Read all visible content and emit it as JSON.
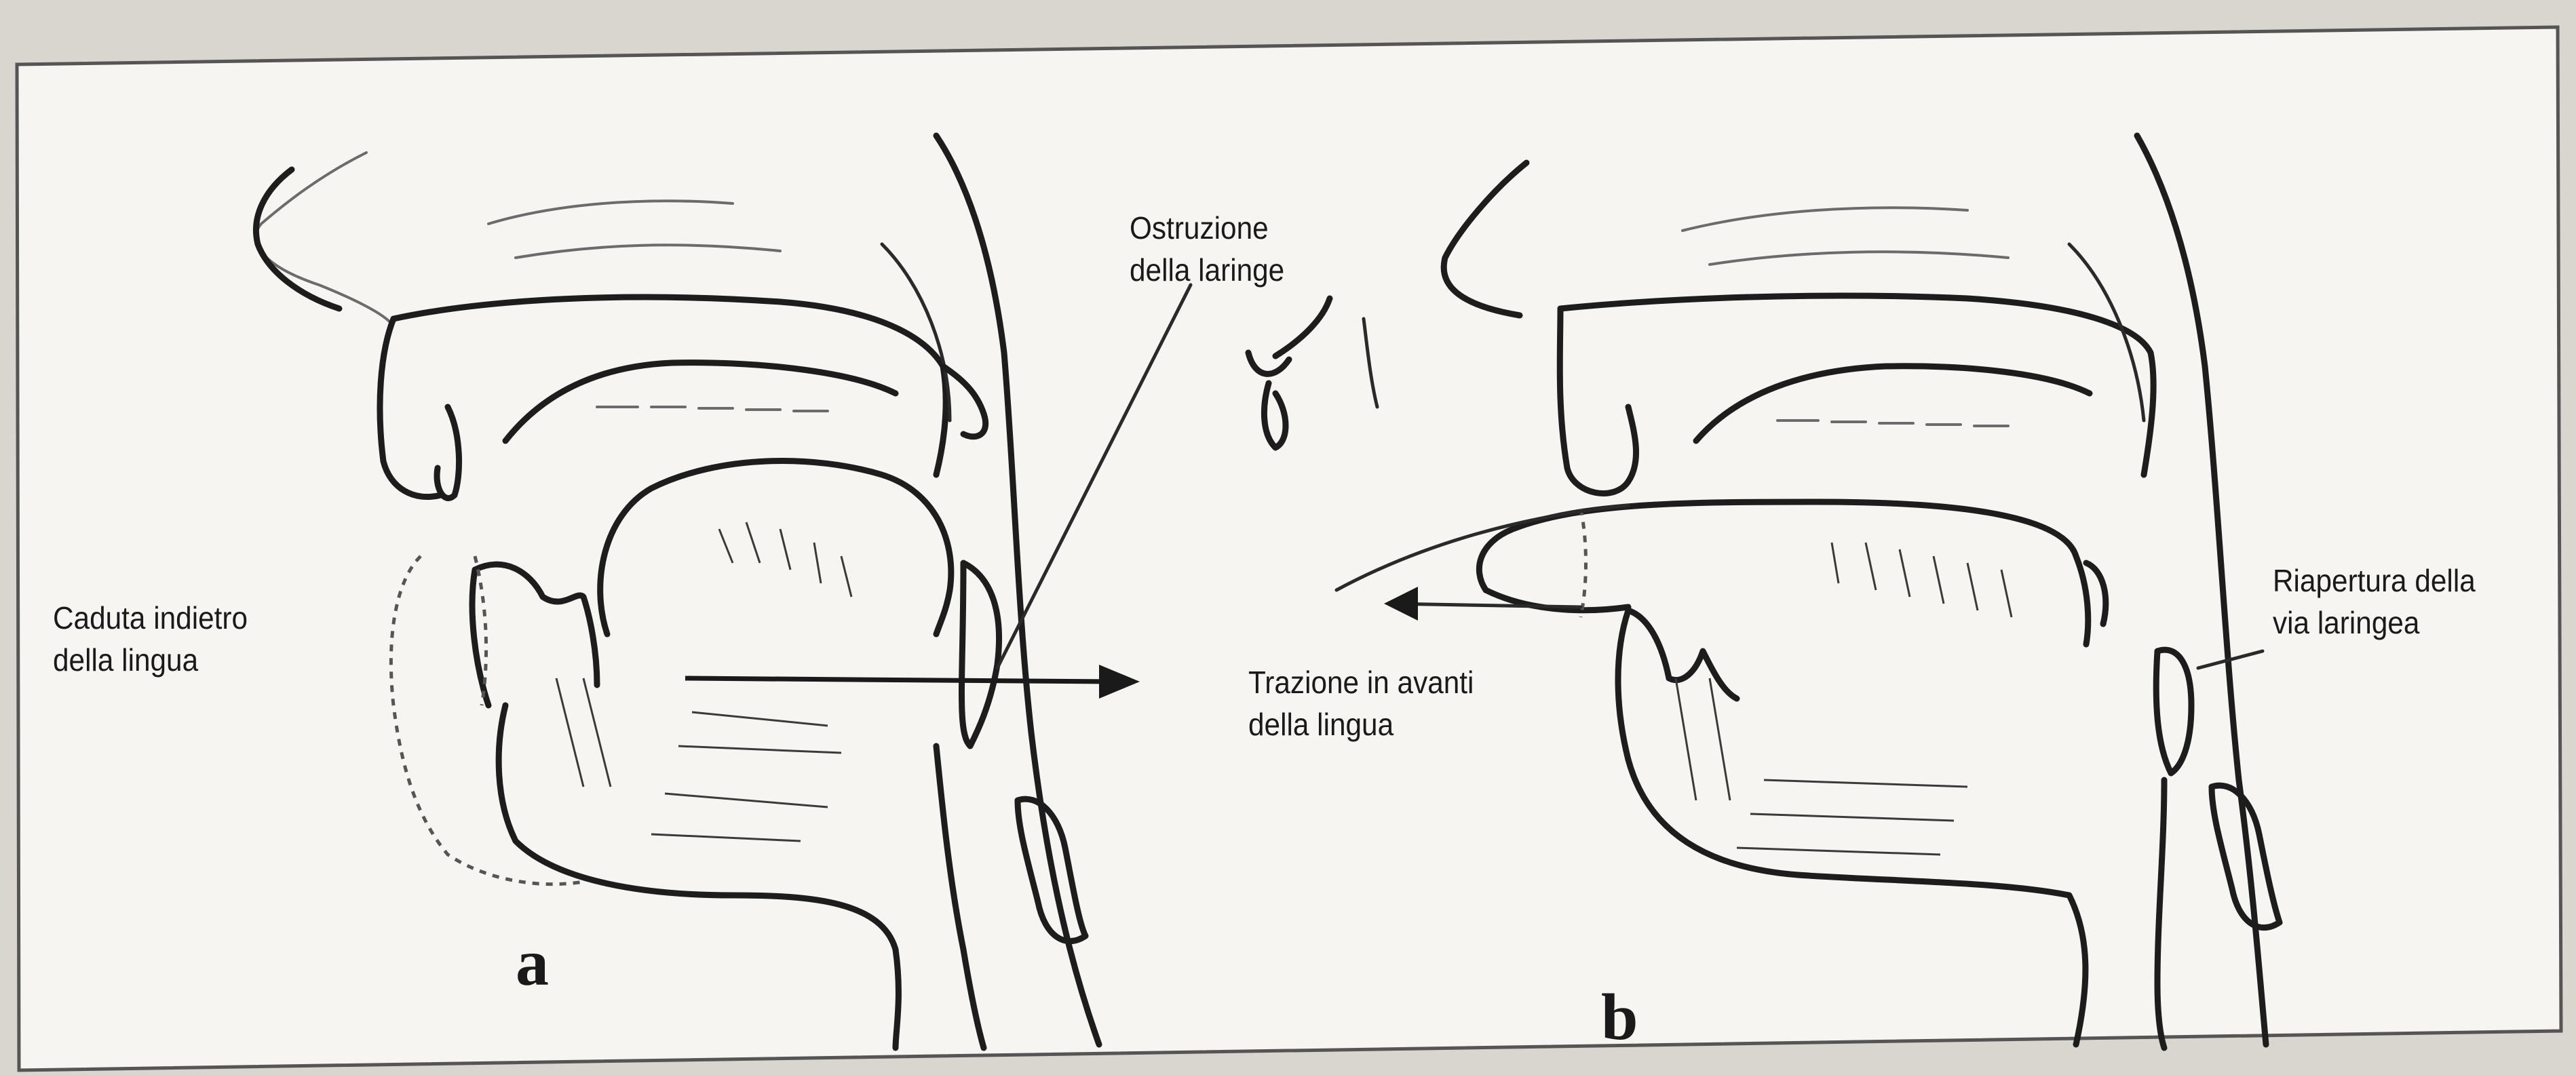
{
  "panels": [
    {
      "letter": "a",
      "labels": {
        "obstruction": [
          "Ostruzione",
          "della laringe"
        ],
        "tongue_fall": [
          "Caduta indietro",
          "della lingua"
        ]
      }
    },
    {
      "letter": "b",
      "labels": {
        "traction": [
          "Trazione in avanti",
          "della lingua"
        ],
        "reopening": [
          "Riapertura della",
          "via laringea"
        ]
      }
    }
  ]
}
